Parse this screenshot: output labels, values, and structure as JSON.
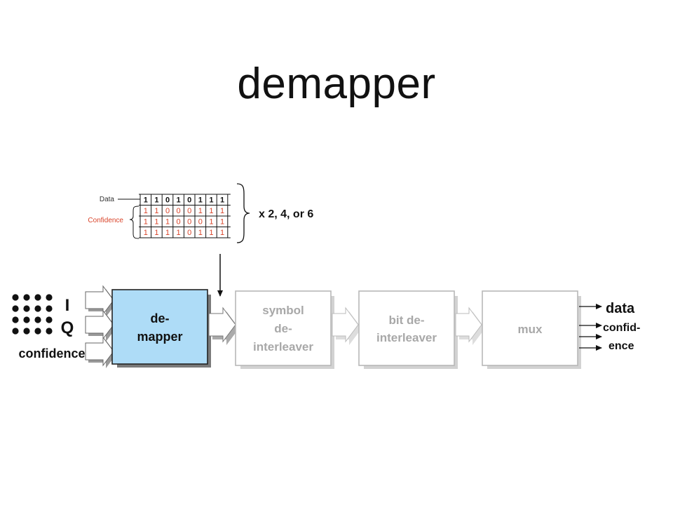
{
  "title": "demapper",
  "legend": {
    "data_label": "Data",
    "confidence_label": "Confidence",
    "multiplier": "x 2, 4, or 6",
    "data_bits": [
      "1",
      "1",
      "0",
      "1",
      "0",
      "1",
      "1",
      "1"
    ],
    "confidence_rows": [
      [
        "1",
        "1",
        "0",
        "0",
        "0",
        "1",
        "1",
        "1"
      ],
      [
        "1",
        "1",
        "1",
        "0",
        "0",
        "0",
        "1",
        "1"
      ],
      [
        "1",
        "1",
        "1",
        "1",
        "0",
        "1",
        "1",
        "1"
      ]
    ]
  },
  "inputs": {
    "i_label": "I",
    "q_label": "Q",
    "confidence_label": "confidence"
  },
  "blocks": {
    "demapper": [
      "de-",
      "mapper"
    ],
    "symbol_deinterleaver": [
      "symbol",
      "de-",
      "interleaver"
    ],
    "bit_deinterleaver": [
      "bit de-",
      "interleaver"
    ],
    "mux": [
      "mux"
    ]
  },
  "outputs": {
    "data_label": "data",
    "confidence_line1": "confid-",
    "confidence_line2": "ence"
  },
  "colors": {
    "demapper_fill": "#aedcf7",
    "confidence_red": "#d9442a",
    "inactive_text": "#a8a8a8",
    "inactive_border": "#b8b8b8"
  }
}
